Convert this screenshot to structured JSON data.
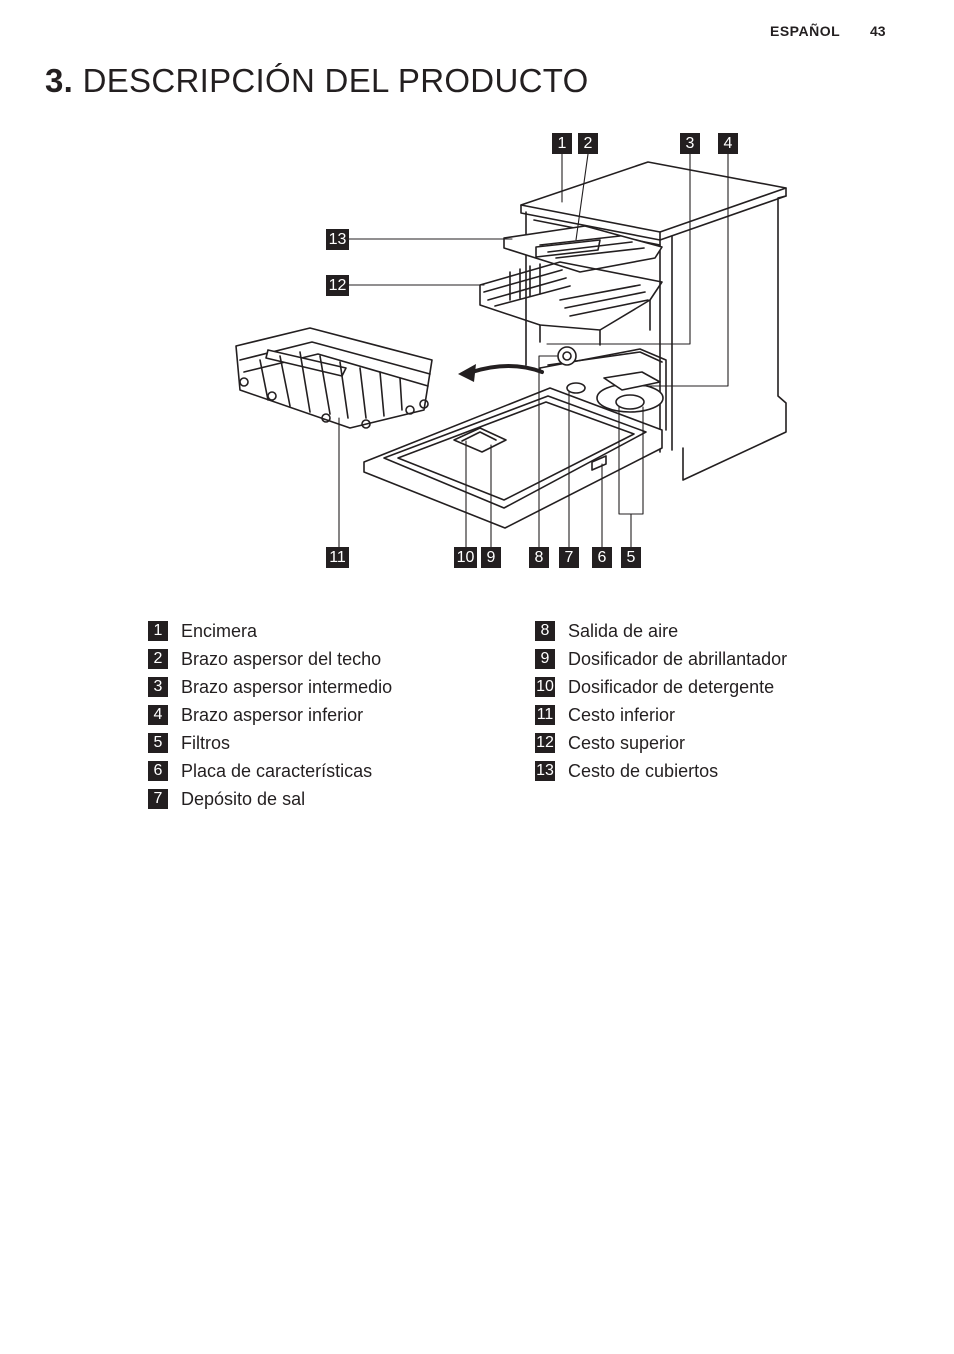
{
  "header": {
    "language": "ESPAÑOL",
    "page_number": "43"
  },
  "section": {
    "number": "3.",
    "title": "DESCRIPCIÓN DEL PRODUCTO"
  },
  "figure": {
    "callouts": [
      "1",
      "2",
      "3",
      "4",
      "13",
      "12",
      "11",
      "10",
      "9",
      "8",
      "7",
      "6",
      "5"
    ]
  },
  "legend": [
    {
      "num": "1",
      "label": "Encimera"
    },
    {
      "num": "2",
      "label": "Brazo aspersor del techo"
    },
    {
      "num": "3",
      "label": "Brazo aspersor intermedio"
    },
    {
      "num": "4",
      "label": "Brazo aspersor inferior"
    },
    {
      "num": "5",
      "label": "Filtros"
    },
    {
      "num": "6",
      "label": "Placa de características"
    },
    {
      "num": "7",
      "label": "Depósito de sal"
    },
    {
      "num": "8",
      "label": "Salida de aire"
    },
    {
      "num": "9",
      "label": "Dosificador de abrillantador"
    },
    {
      "num": "10",
      "label": "Dosificador de detergente"
    },
    {
      "num": "11",
      "label": "Cesto inferior"
    },
    {
      "num": "12",
      "label": "Cesto superior"
    },
    {
      "num": "13",
      "label": "Cesto de cubiertos"
    }
  ]
}
